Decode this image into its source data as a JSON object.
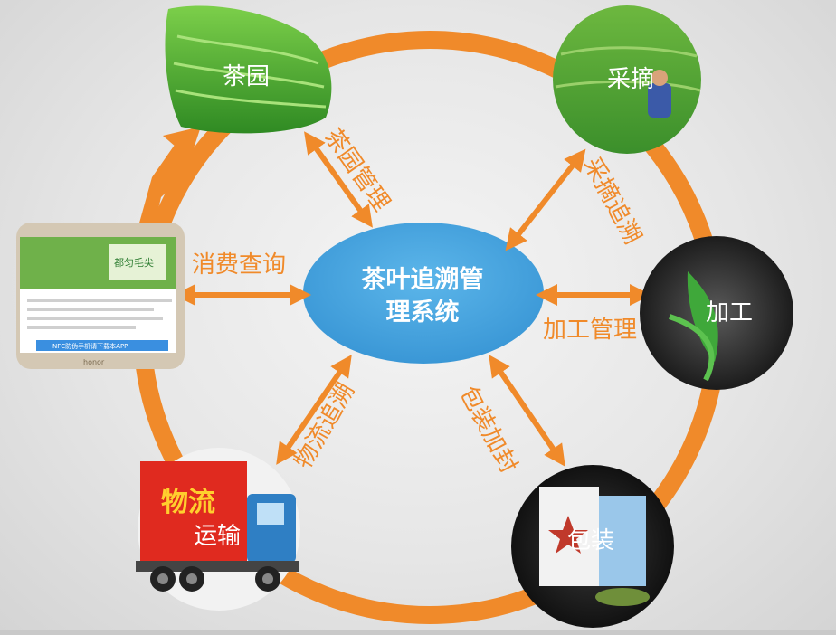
{
  "center": {
    "line1": "茶叶追溯管",
    "line2": "理系统"
  },
  "nodes": {
    "tea_garden": "茶园",
    "picking": "采摘",
    "processing": "加工",
    "packaging": "包装",
    "transport_line1": "物流",
    "transport_line2": "运输"
  },
  "flows": {
    "garden_mgmt": "茶园管理",
    "picking_trace": "采摘追溯",
    "processing_mgmt": "加工管理",
    "packaging_label": "包装加封",
    "logistics_trace": "物流追溯",
    "consumer_query": "消费查询"
  },
  "phone": {
    "brand": "honor",
    "banner_text": "都匀毛尖",
    "button_text": "NFC防伪手机请下载本APP"
  },
  "colors": {
    "orange": "#f08a2a",
    "center_blue": "#4aa7e0",
    "tea_green": "#3f9e2e"
  }
}
